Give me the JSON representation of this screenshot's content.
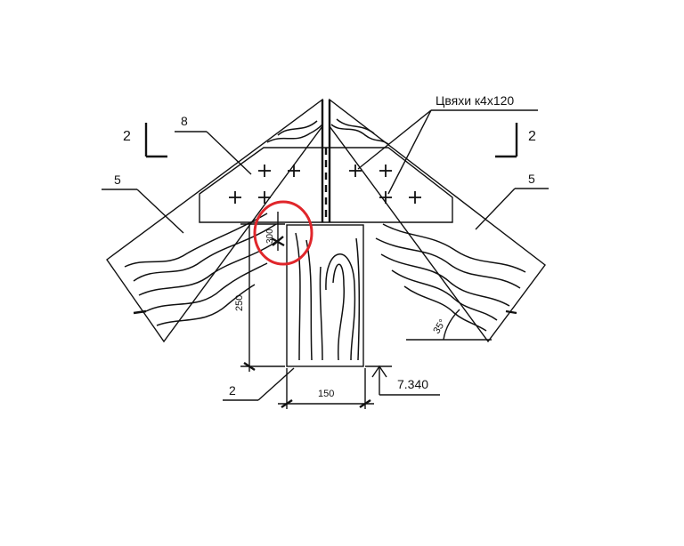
{
  "labels": {
    "nails": "Цвяхи к4х120",
    "section_left_num": "2",
    "section_right_num": "2",
    "plate": "8",
    "rafter_left": "5",
    "rafter_right": "5",
    "post": "2",
    "dim_300": "300",
    "dim_250": "250",
    "dim_150": "150",
    "angle": "35°",
    "elevation": "7.340"
  },
  "colors": {
    "ink": "#111111",
    "highlight": "#e0262b",
    "background": "#ffffff"
  },
  "icons": {
    "nail": "plus-cross-mark",
    "elevation": "elevation-arrow-marker",
    "dim_tick": "slash-tick"
  }
}
